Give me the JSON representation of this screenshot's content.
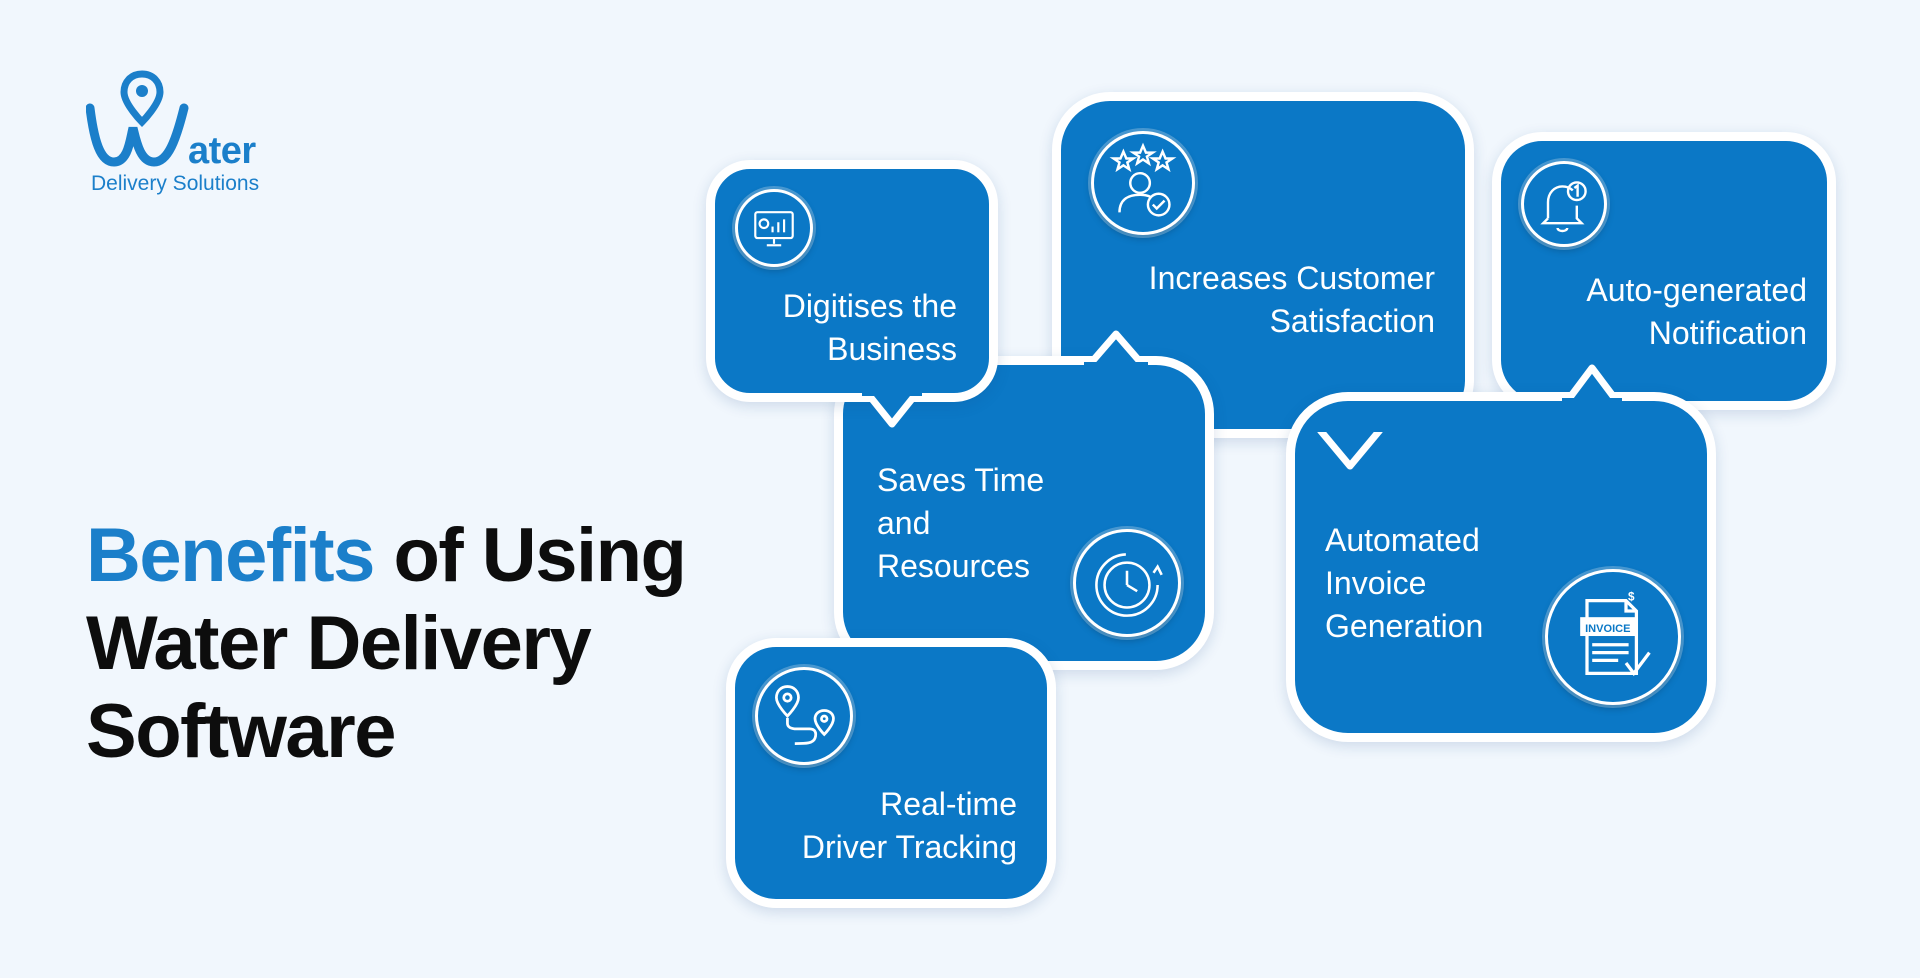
{
  "logo": {
    "word": "ater",
    "subtitle": "Delivery Solutions",
    "icon": "location-pin-w-icon"
  },
  "headline": {
    "accent": "Benefits",
    "rest_line1": " of Using",
    "line2": "Water Delivery",
    "line3": "Software"
  },
  "colors": {
    "background": "#f1f7fd",
    "card": "#0b78c6",
    "accent": "#1b7fca",
    "text_dark": "#0d0d0d"
  },
  "benefits": [
    {
      "label_lines": [
        "Digitises the",
        "Business"
      ],
      "icon": "analytics-monitor-icon"
    },
    {
      "label_lines": [
        "Increases Customer",
        "Satisfaction"
      ],
      "icon": "customer-rating-icon"
    },
    {
      "label_lines": [
        "Auto-generated",
        "Notification"
      ],
      "icon": "notification-bell-icon"
    },
    {
      "label_lines": [
        "Saves Time",
        "and",
        "Resources"
      ],
      "icon": "stopwatch-icon"
    },
    {
      "label_lines": [
        "Automated",
        "Invoice",
        "Generation"
      ],
      "icon": "invoice-icon",
      "icon_text": "INVOICE"
    },
    {
      "label_lines": [
        "Real-time",
        "Driver Tracking"
      ],
      "icon": "route-pin-icon"
    }
  ]
}
